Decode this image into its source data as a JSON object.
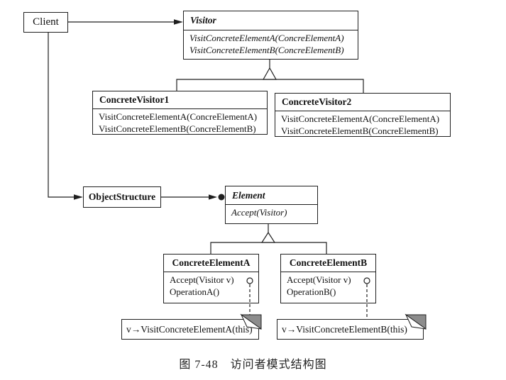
{
  "figure": {
    "caption": "图 7-48　访问者模式结构图",
    "client": {
      "label": "Client"
    },
    "visitor": {
      "title": "Visitor",
      "methods": [
        "VisitConcreteElementA(ConcreElementA)",
        "VisitConcreteElementB(ConcreElementB)"
      ]
    },
    "concrete_visitor1": {
      "title": "ConcreteVisitor1",
      "methods": [
        "VisitConcreteElementA(ConcreElementA)",
        "VisitConcreteElementB(ConcreElementB)"
      ]
    },
    "concrete_visitor2": {
      "title": "ConcreteVisitor2",
      "methods": [
        "VisitConcreteElementA(ConcreElementA)",
        "VisitConcreteElementB(ConcreElementB)"
      ]
    },
    "object_structure": {
      "label": "ObjectStructure"
    },
    "element": {
      "title": "Element",
      "methods": [
        "Accept(Visitor)"
      ]
    },
    "concrete_element_a": {
      "title": "ConcreteElementA",
      "methods": [
        "Accept(Visitor v)",
        "OperationA()"
      ]
    },
    "concrete_element_b": {
      "title": "ConcreteElementB",
      "methods": [
        "Accept(Visitor v)",
        "OperationB()"
      ]
    },
    "note_a": {
      "text": "v→VisitConcreteElementA(this)"
    },
    "note_b": {
      "text": "v→VisitConcreteElementB(this)"
    },
    "colors": {
      "line": "#1f1f1f",
      "fold_gray": "#8c8c8c",
      "background": "#ffffff"
    }
  }
}
